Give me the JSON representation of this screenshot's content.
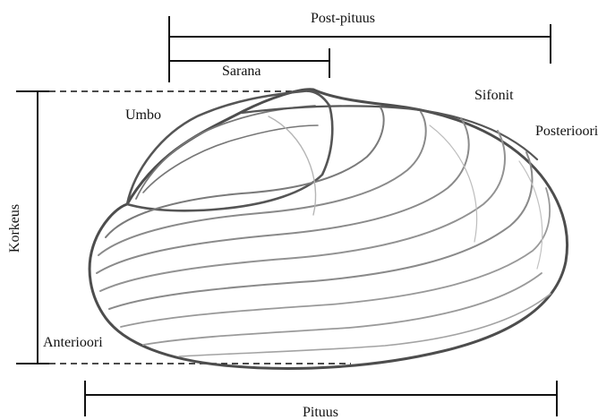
{
  "labels": {
    "post_pituus": "Post-pituus",
    "sarana": "Sarana",
    "umbo": "Umbo",
    "sifonit": "Sifonit",
    "posterioori": "Posterioori",
    "korkeus": "Korkeus",
    "anterioori": "Anterioori",
    "pituus": "Pituus"
  },
  "colors": {
    "ink": "#111111",
    "shell_outline": "#555555",
    "shell_lines": "#8a8a8a"
  }
}
